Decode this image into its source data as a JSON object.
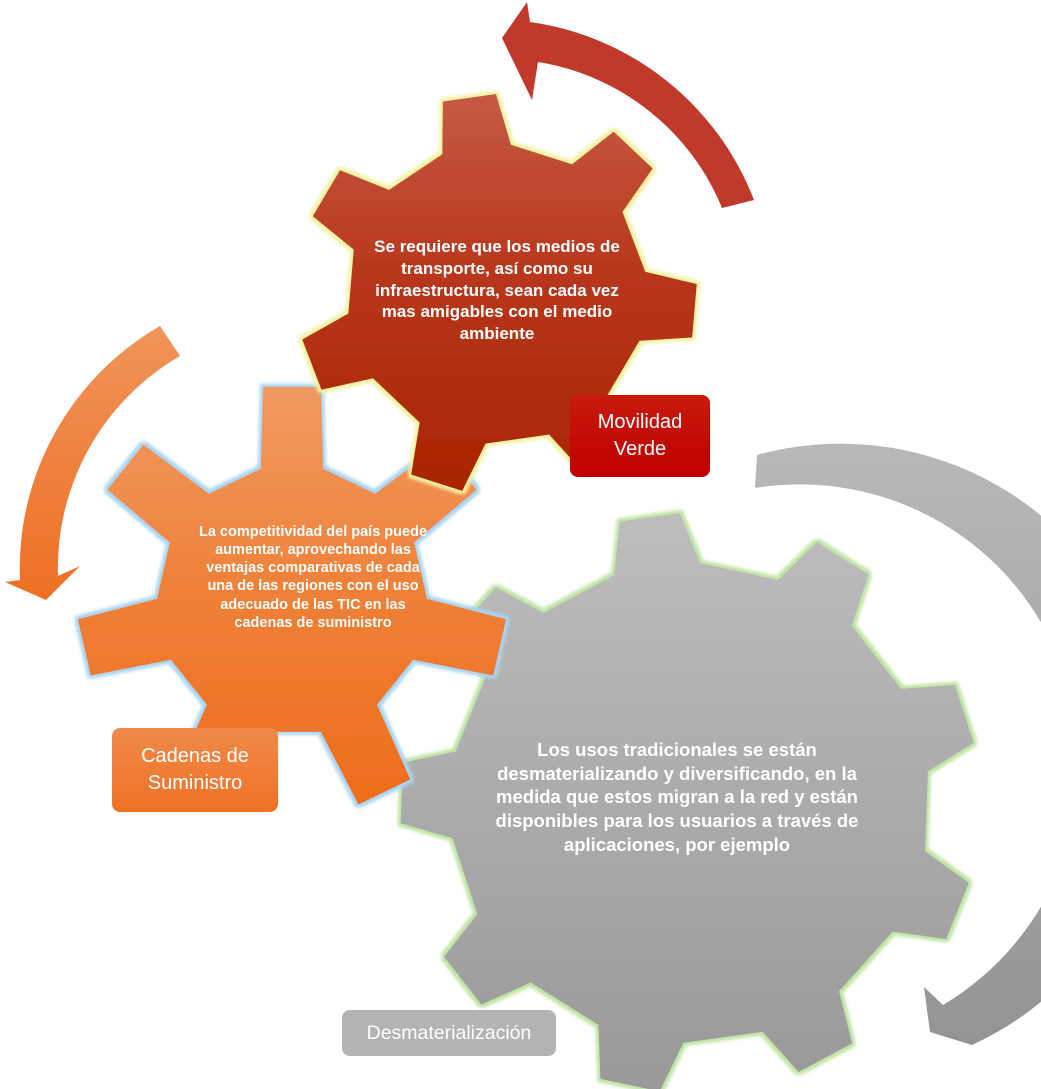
{
  "diagram": {
    "gears": [
      {
        "id": "movilidad-verde",
        "color": "#c0392b",
        "text": "Se requiere que los medios de transporte, así como su infraestructura, sean cada vez mas amigables con el medio ambiente",
        "label": "Movilidad Verde",
        "label_color": "#c00000"
      },
      {
        "id": "cadenas-de-suministro",
        "color": "#ef7d30",
        "text": "La competitividad del país puede aumentar, aprovechando las ventajas comparativas de cada una de las regiones con el uso adecuado de las TIC en las cadenas de suministro",
        "label": "Cadenas de Suministro",
        "label_color": "#ef7124"
      },
      {
        "id": "desmaterializacion",
        "color": "#a6a6a6",
        "text": "Los usos tradicionales se están desmaterializando y diversificando, en la medida que estos migran a la red y están disponibles para los usuarios a través de aplicaciones, por ejemplo",
        "label": "Desmaterialización",
        "label_color": "#b3b3b3"
      }
    ],
    "arrows": [
      {
        "id": "arrow-red",
        "color": "#c0392b"
      },
      {
        "id": "arrow-orange",
        "color": "#ef7d30"
      },
      {
        "id": "arrow-gray",
        "color": "#a6a6a6"
      }
    ]
  }
}
